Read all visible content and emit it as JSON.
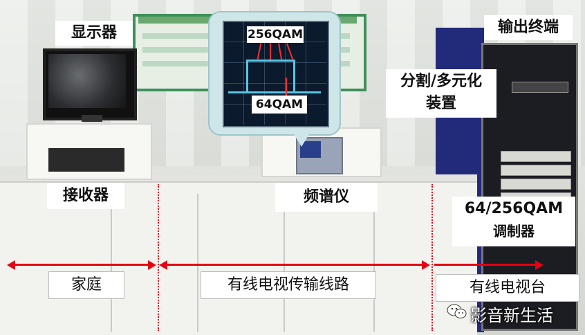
{
  "labels": {
    "display": "显示器",
    "receiver": "接收器",
    "analyzer": "频谱仪",
    "output": "输出终端",
    "split_line1": "分割/多元化",
    "split_line2": "装置",
    "modulator_line1": "64/256QAM",
    "modulator_line2": "调制器",
    "qam256": "256QAM",
    "qam64": "64QAM"
  },
  "zones": {
    "home": "家庭",
    "cable_line": "有线电视传输线路",
    "station": "有线电视台"
  },
  "watermark": {
    "text": "影音新生活",
    "icon": "wechat-icon"
  },
  "colors": {
    "arrow": "#e60012",
    "trace": "#56c6e6",
    "bubble": "#cfe6e8"
  }
}
